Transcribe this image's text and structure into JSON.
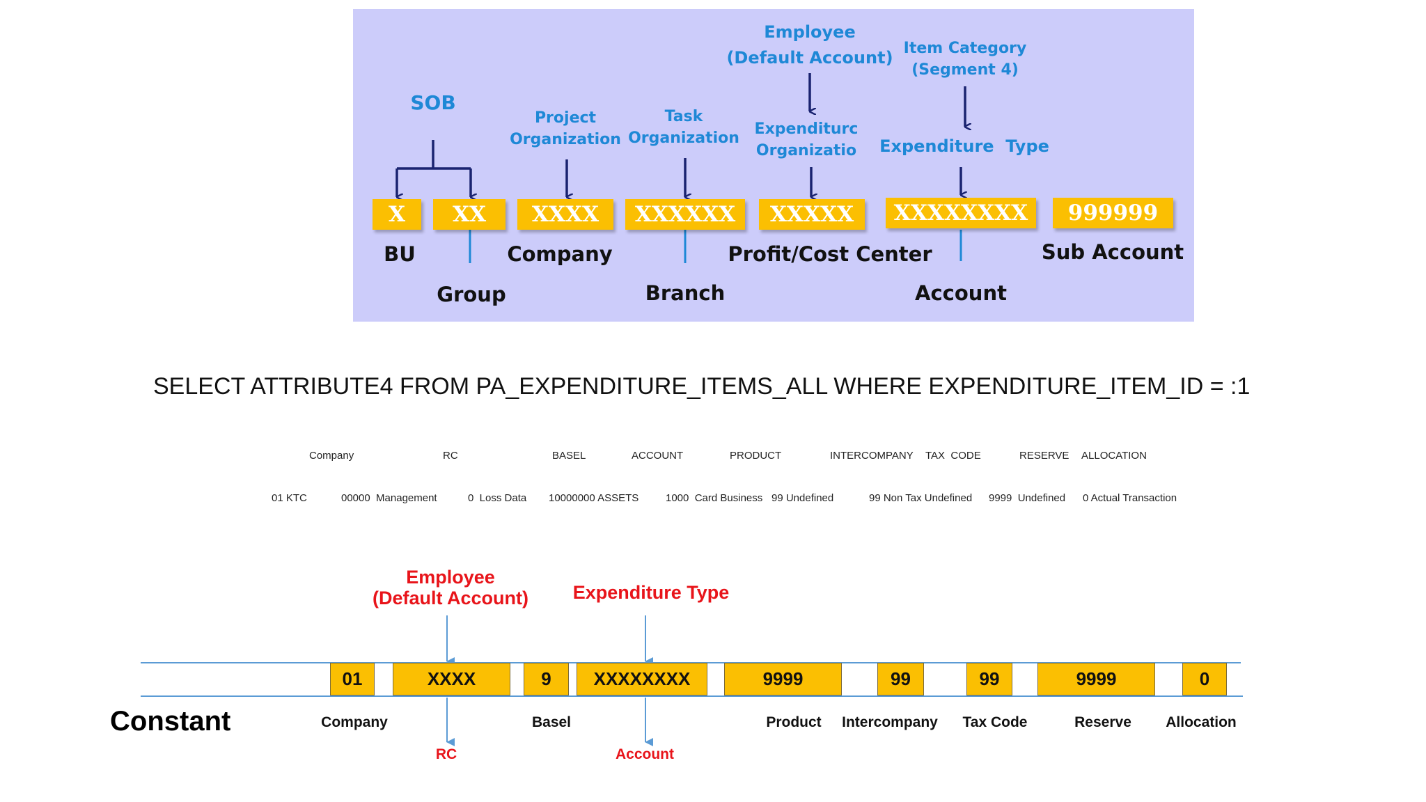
{
  "top_diagram": {
    "labels": {
      "sob": "SOB",
      "project_org": [
        "Project",
        "Organization"
      ],
      "task_org": [
        "Task",
        "Organization"
      ],
      "expenditure_org": [
        "Expenditurc",
        "Organizatio"
      ],
      "employee": [
        "Employee",
        "(Default Account)"
      ],
      "item_category": [
        "Item Category",
        "(Segment 4)"
      ],
      "expenditure_type": "Expenditure  Type"
    },
    "boxes": [
      "X",
      "XX",
      "XXXX",
      "XXXXXX",
      "XXXXX",
      "XXXXXXXX",
      "999999"
    ],
    "segment_names": {
      "bu": "BU",
      "group": "Group",
      "company": "Company",
      "branch": "Branch",
      "profit_cost_center": "Profit/Cost Center",
      "account": "Account",
      "sub_account": "Sub Account"
    }
  },
  "sql": "SELECT ATTRIBUTE4 FROM PA_EXPENDITURE_ITEMS_ALL WHERE EXPENDITURE_ITEM_ID = :1",
  "table": {
    "headers": [
      "Company",
      "RC",
      "BASEL",
      "ACCOUNT",
      "PRODUCT",
      "INTERCOMPANY",
      "TAX  CODE",
      "RESERVE",
      "ALLOCATION"
    ],
    "row": [
      "01 KTC",
      "00000  Management",
      "0  Loss Data",
      "10000000 ASSETS",
      "1000  Card Business",
      "99 Undefined",
      "99 Non Tax Undefined",
      "9999  Undefined",
      "0 Actual Transaction"
    ]
  },
  "bottom_diagram": {
    "employee": [
      "Employee",
      "(Default Account)"
    ],
    "expenditure_type": "Expenditure Type",
    "rc": "RC",
    "account": "Account",
    "boxes": [
      "01",
      "XXXX",
      "9",
      "XXXXXXXX",
      "9999",
      "99",
      "99",
      "9999",
      "0"
    ],
    "segment_names": {
      "company": "Company",
      "basel": "Basel",
      "product": "Product",
      "intercompany": "Intercompany",
      "tax_code": "Tax Code",
      "reserve": "Reserve",
      "allocation": "Allocation"
    },
    "constant": "Constant"
  },
  "colors": {
    "panel": "#ccccfa",
    "box": "#fbbf02",
    "blue_label": "#1e88d6",
    "red_label": "#e8141a",
    "arrow_navy": "#1a2370",
    "line_blue": "#5b9bd5"
  }
}
